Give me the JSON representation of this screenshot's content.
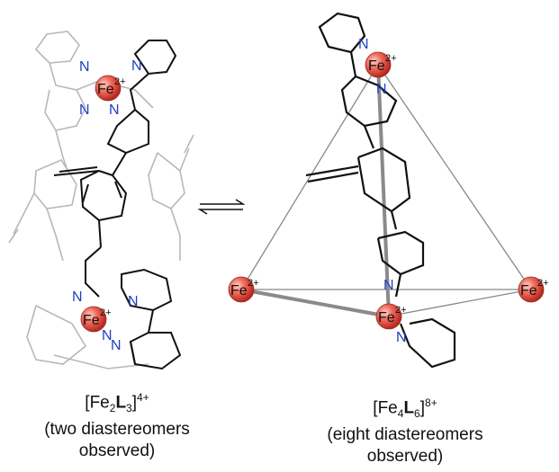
{
  "left_complex": {
    "formula_main": "[Fe",
    "sub1": "2",
    "ligand": "L",
    "sub2": "3",
    "close": "]",
    "charge": "4+",
    "note_line1": "(two diastereomers",
    "note_line2": "observed)"
  },
  "right_complex": {
    "formula_main": "[Fe",
    "sub1": "4",
    "ligand": "L",
    "sub2": "6",
    "close": "]",
    "charge": "8+",
    "note_line1": "(eight diastereomers",
    "note_line2": "observed)"
  },
  "atoms": {
    "fe_label": "Fe",
    "fe_charge": "2+",
    "n_label": "N"
  },
  "colors": {
    "fe_sphere": "#e8554a",
    "nitrogen": "#1f3fbf",
    "bond_dark": "#111111",
    "bond_light": "#b8b8b8"
  },
  "arrows": "equilibrium-arrows"
}
